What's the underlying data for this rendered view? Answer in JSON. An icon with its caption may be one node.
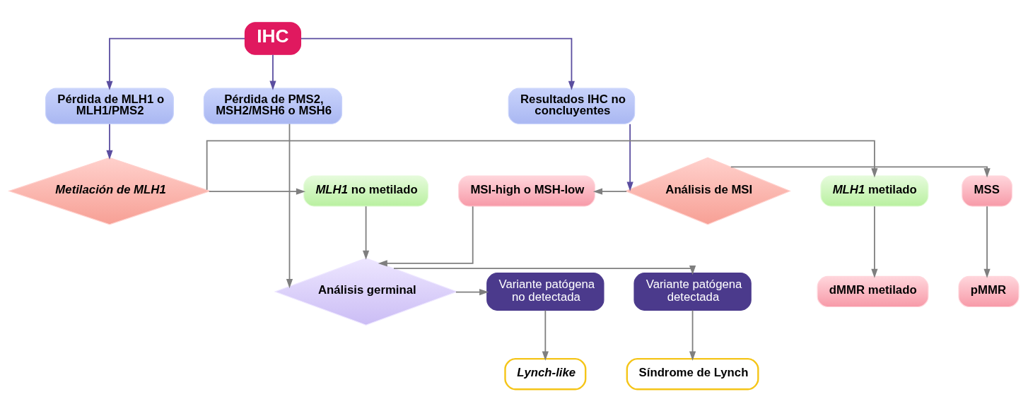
{
  "diagram": {
    "nodes": [
      {
        "text": [
          "IHC"
        ]
      },
      {
        "text": [
          "Pérdida de MLH1 o MLH1/PMS2"
        ]
      },
      {
        "text": [
          "Pérdida de PMS2, MSH2/MSH6 o MSH6"
        ]
      },
      {
        "text": [
          "Resultados IHC no concluyentes"
        ]
      },
      {
        "text": [
          "*MLH1* metilado"
        ]
      },
      {
        "text": [
          "*Metilación de MLH1*"
        ]
      },
      {
        "text": [
          "*MLH1* no metilado"
        ]
      },
      {
        "text": [
          "MSI-high o MSH-low"
        ]
      },
      {
        "text": [
          "Análisis de MSI"
        ]
      },
      {
        "text": [
          "MSS"
        ]
      },
      {
        "text": [
          "dMMR metilado"
        ]
      },
      {
        "text": [
          "pMMR"
        ]
      },
      {
        "text": [
          "Análisis germinal"
        ]
      },
      {
        "text": [
          "Variante patógena detectada"
        ]
      },
      {
        "text": [
          "Variante patógena no detectada"
        ]
      },
      {
        "text": [
          "Síndrome de Lynch"
        ]
      },
      {
        "text": [
          "*Lynch-like*"
        ]
      }
    ],
    "edges": [
      {
        "from": 0,
        "to": 1,
        "arrow": "to",
        "color": "#5b4ea0"
      },
      {
        "from": 0,
        "to": 2,
        "arrow": "to",
        "color": "#5b4ea0"
      },
      {
        "from": 0,
        "to": 3,
        "arrow": "to",
        "color": "#5b4ea0"
      },
      {
        "from": 1,
        "to": 5,
        "arrow": "to",
        "color": "#5b4ea0"
      },
      {
        "from": 3,
        "to": 8,
        "arrow": "to",
        "color": "#5b4ea0"
      },
      {
        "from": 5,
        "to": 4,
        "arrow": "to"
      },
      {
        "from": 5,
        "to": 6,
        "arrow": "to"
      },
      {
        "from": 8,
        "to": 7,
        "arrow": "to"
      },
      {
        "from": 8,
        "to": 9,
        "arrow": "to"
      },
      {
        "from": 4,
        "to": 10,
        "arrow": "to"
      },
      {
        "from": 9,
        "to": 11,
        "arrow": "to"
      },
      {
        "from": 6,
        "to": 12,
        "arrow": "to"
      },
      {
        "from": 2,
        "to": 12,
        "arrow": "to"
      },
      {
        "from": 7,
        "to": 12,
        "arrow": "to"
      },
      {
        "from": 12,
        "to": 13,
        "arrow": "to"
      },
      {
        "from": 12,
        "to": 14,
        "arrow": "to"
      },
      {
        "from": 13,
        "to": 15,
        "arrow": "to"
      },
      {
        "from": 14,
        "to": 16,
        "arrow": "to"
      }
    ]
  }
}
